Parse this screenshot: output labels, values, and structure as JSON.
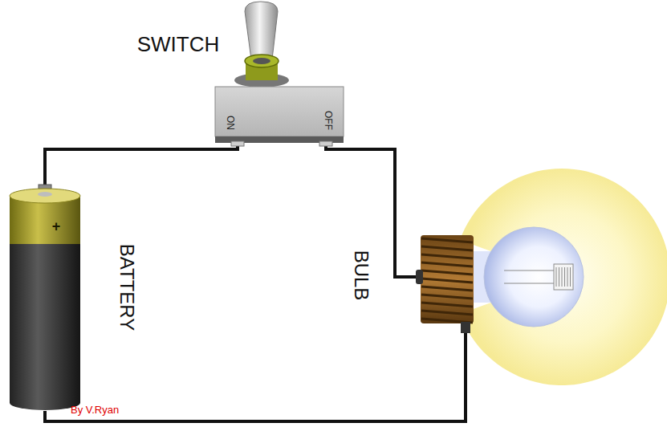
{
  "diagram": {
    "nodes": [
      {
        "text": [
          "+",
          "BATTERY"
        ]
      },
      {
        "text": [
          "SWITCH",
          "ON",
          "OFF"
        ]
      },
      {
        "text": [
          "BULB"
        ]
      }
    ],
    "edges": [
      {
        "from": 0,
        "to": 1,
        "arrow": "none"
      },
      {
        "from": 1,
        "to": 2,
        "arrow": "none"
      },
      {
        "from": 2,
        "to": 0,
        "arrow": "none"
      }
    ],
    "labels": [
      "By V.Ryan"
    ]
  }
}
